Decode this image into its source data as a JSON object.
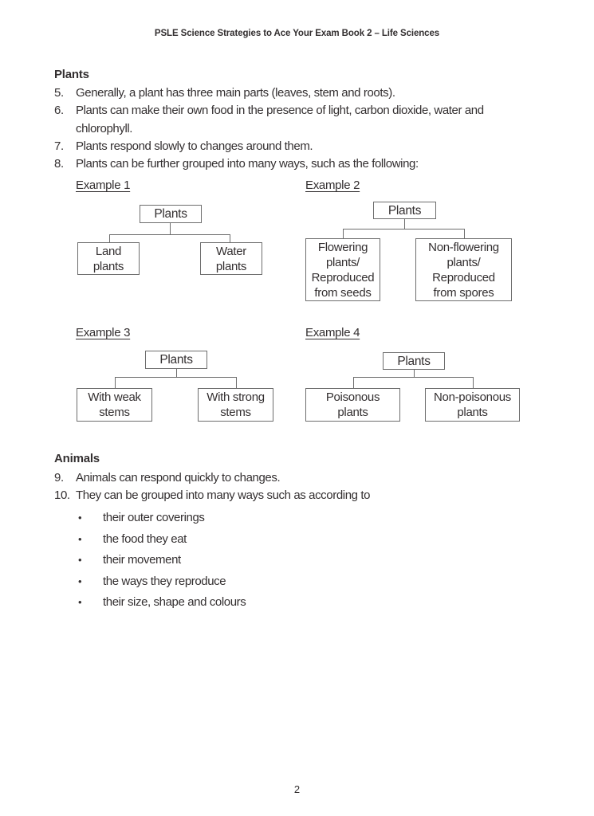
{
  "header": {
    "title": "PSLE Science Strategies to Ace Your Exam Book 2 – Life Sciences"
  },
  "footer": {
    "page_number": "2"
  },
  "bullet_icon": "•",
  "colors": {
    "ink": "#332f30",
    "line": "#6d6d6d",
    "background": "#ffffff"
  },
  "plants_section": {
    "heading": "Plants",
    "items": [
      {
        "num": "5.",
        "text": "Generally, a plant has three main parts (leaves, stem and roots)."
      },
      {
        "num": "6.",
        "text": "Plants can make their own food in the presence of light, carbon dioxide, water and chlorophyll."
      },
      {
        "num": "7.",
        "text": "Plants respond slowly to changes around them."
      },
      {
        "num": "8.",
        "text": "Plants can be further grouped into many ways, such as the following:"
      }
    ]
  },
  "examples": [
    {
      "label": "Example 1",
      "parent": "Plants",
      "left_child": "Land\nplants",
      "right_child": "Water\nplants"
    },
    {
      "label": "Example 2",
      "parent": "Plants",
      "left_child": "Flowering\nplants/\nReproduced\nfrom seeds",
      "right_child": "Non-flowering\nplants/\nReproduced\nfrom spores"
    },
    {
      "label": "Example 3",
      "parent": "Plants",
      "left_child": "With weak\nstems",
      "right_child": "With strong\nstems"
    },
    {
      "label": "Example 4",
      "parent": "Plants",
      "left_child": "Poisonous\nplants",
      "right_child": "Non-poisonous\nplants"
    }
  ],
  "animals_section": {
    "heading": "Animals",
    "items": [
      {
        "num": "9.",
        "text": "Animals can respond quickly to changes."
      },
      {
        "num": "10.",
        "text": "They can be grouped into many ways such as according to"
      }
    ],
    "bullets": [
      "their outer coverings",
      "the food they eat",
      "their movement",
      "the ways they reproduce",
      "their size, shape and colours"
    ]
  }
}
